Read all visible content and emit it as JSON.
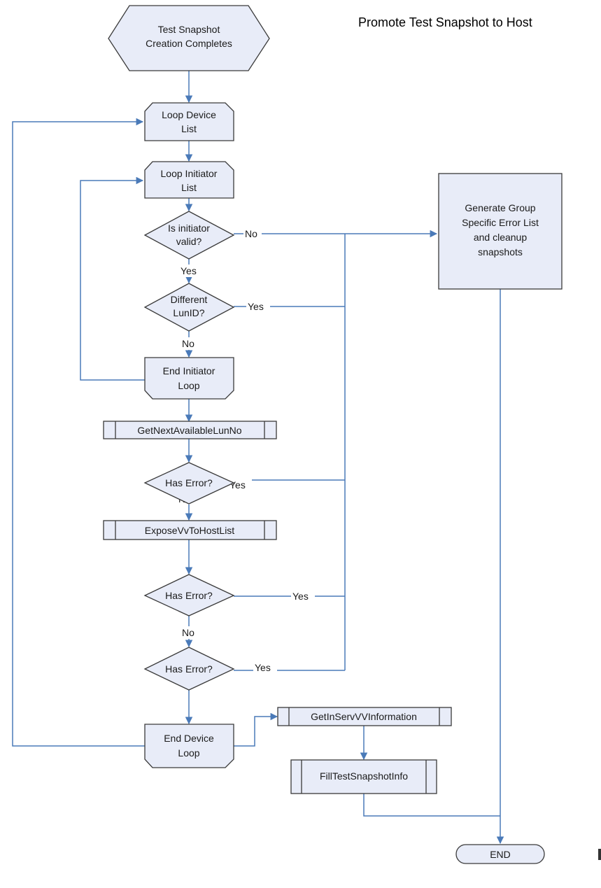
{
  "title": "Promote Test Snapshot to Host",
  "nodes": {
    "start": [
      "Test Snapshot",
      "Creation Completes"
    ],
    "loop_device": [
      "Loop Device",
      "List"
    ],
    "loop_initiator": [
      "Loop Initiator",
      "List"
    ],
    "is_initiator_valid": [
      "Is initiator",
      "valid?"
    ],
    "different_lunid": [
      "Different",
      "LunID?"
    ],
    "end_initiator_loop": [
      "End Initiator",
      "Loop"
    ],
    "get_next_available_lun_no": [
      "GetNextAvailableLunNo"
    ],
    "has_error_1": [
      "Has Error?"
    ],
    "expose_vv_to_host_list": [
      "ExposeVvToHostList"
    ],
    "has_error_2": [
      "Has Error?"
    ],
    "has_error_3": [
      "Has Error?"
    ],
    "end_device_loop": [
      "End Device",
      "Loop"
    ],
    "get_inserv_vv_information": [
      "GetInServVVInformation"
    ],
    "fill_test_snapshot_info": [
      "FillTestSnapshotInfo"
    ],
    "generate_error_list": [
      "Generate Group",
      "Specific Error List",
      "and cleanup",
      "snapshots"
    ],
    "end": [
      "END"
    ]
  },
  "edge_labels": {
    "no_initiator_valid": "No",
    "yes_initiator_valid": "Yes",
    "yes_different_lunid": "Yes",
    "no_different_lunid": "No",
    "yes_has_error_1": "Yes",
    "no_has_error_1": "No",
    "yes_has_error_2": "Yes",
    "no_has_error_2": "No",
    "yes_has_error_3": "Yes"
  }
}
